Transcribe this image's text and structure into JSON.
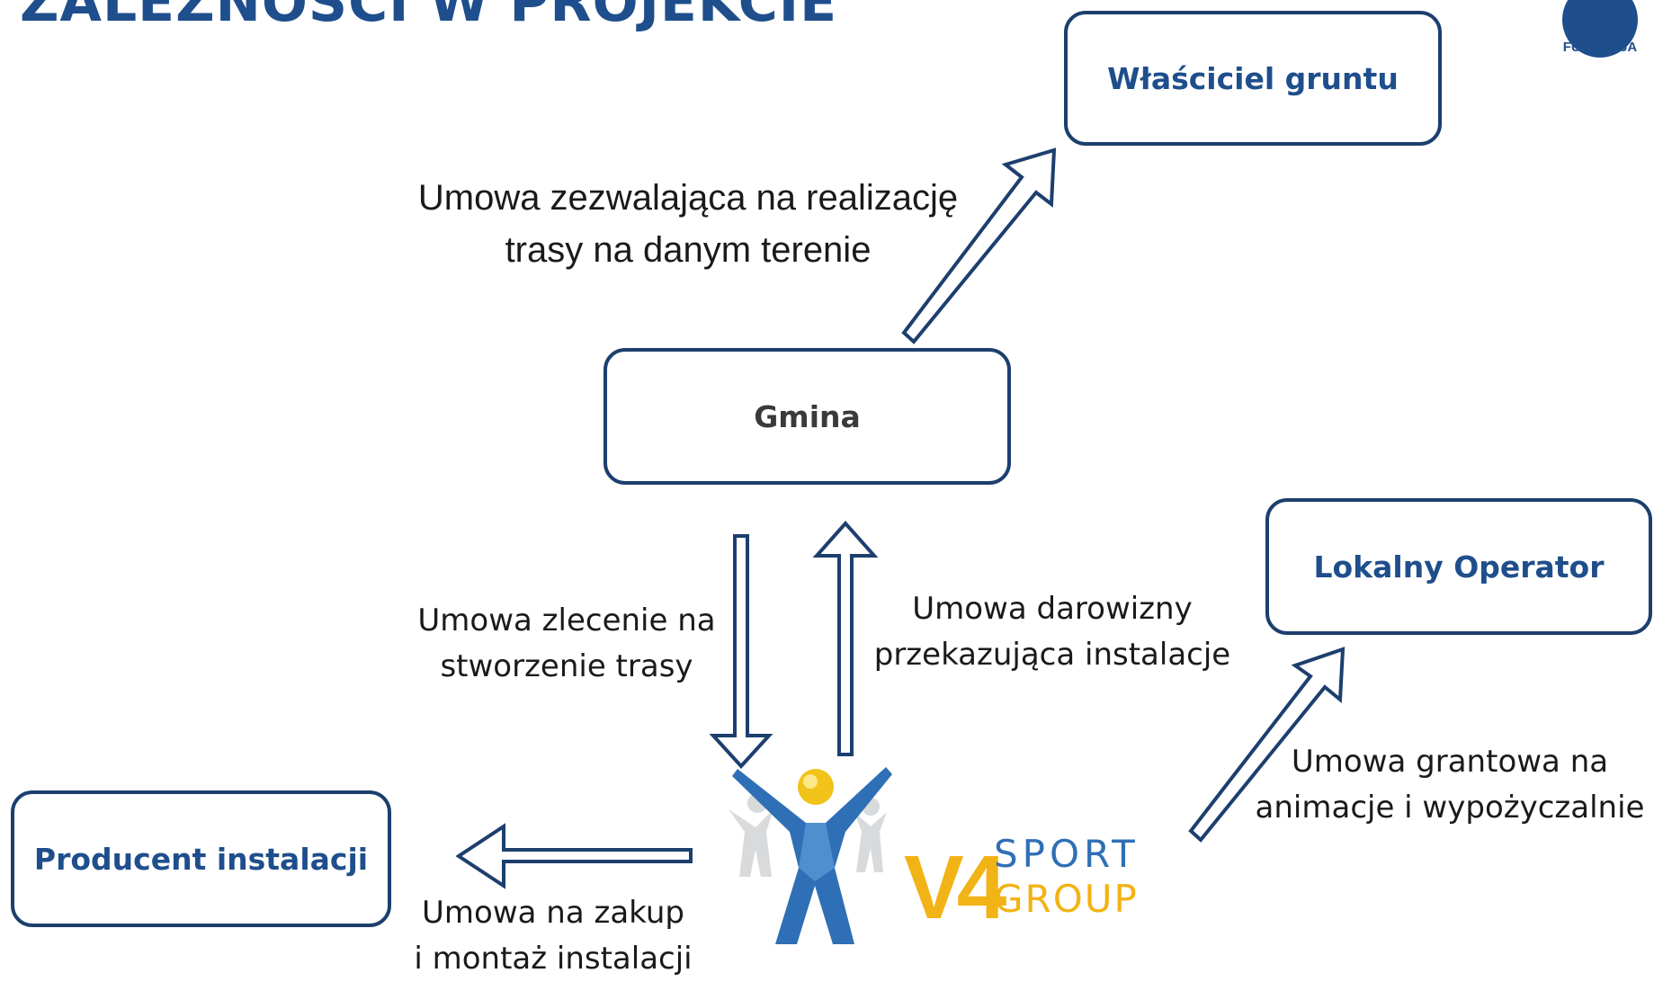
{
  "title": "ZALEŻNOŚCI W PROJEKCIE",
  "nodes": {
    "wlasciciel": "Właściciel gruntu",
    "gmina": "Gmina",
    "lokalny": "Lokalny Operator",
    "producent": "Producent instalacji"
  },
  "labels": {
    "zezwalajaca_1": "Umowa zezwalająca na realizację",
    "zezwalajaca_2": "trasy na danym terenie",
    "zlecenie_1": "Umowa zlecenie na",
    "zlecenie_2": "stworzenie trasy",
    "darowizny_1": "Umowa darowizny",
    "darowizny_2": "przekazująca instalacje",
    "grantowa_1": "Umowa grantowa na",
    "grantowa_2": "animacje i wypożyczalnie",
    "zakup_1": "Umowa na zakup",
    "zakup_2": "i montaż instalacji"
  },
  "logos": {
    "fundacja": "FUNDACJA",
    "v4_mark": "V4",
    "v4_sport": "SPORT",
    "v4_group": "GROUP"
  },
  "colors": {
    "title": "#1f4e8c",
    "box_border": "#1c3f6e",
    "arrow": "#1c3f6e",
    "v4_yellow": "#f2b316",
    "v4_blue": "#2f6fb5"
  }
}
